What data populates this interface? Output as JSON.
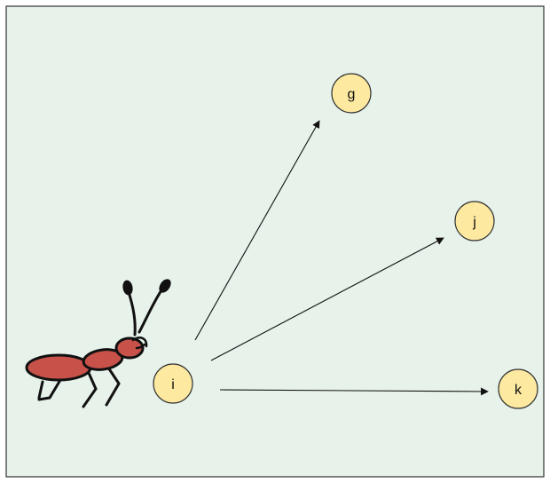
{
  "diagram": {
    "background_color": "#e6f2ea",
    "border_color": "#333333",
    "node_fill": "#fde9a0",
    "node_stroke": "#333333",
    "ant_color": "#c8524a",
    "nodes": [
      {
        "id": "g",
        "label": "g"
      },
      {
        "id": "j",
        "label": "j"
      },
      {
        "id": "i",
        "label": "i"
      },
      {
        "id": "k",
        "label": "k"
      }
    ],
    "edges": [
      {
        "from": "i",
        "to": "g"
      },
      {
        "from": "i",
        "to": "j"
      },
      {
        "from": "i",
        "to": "k"
      }
    ],
    "illustration": "ant-icon"
  }
}
